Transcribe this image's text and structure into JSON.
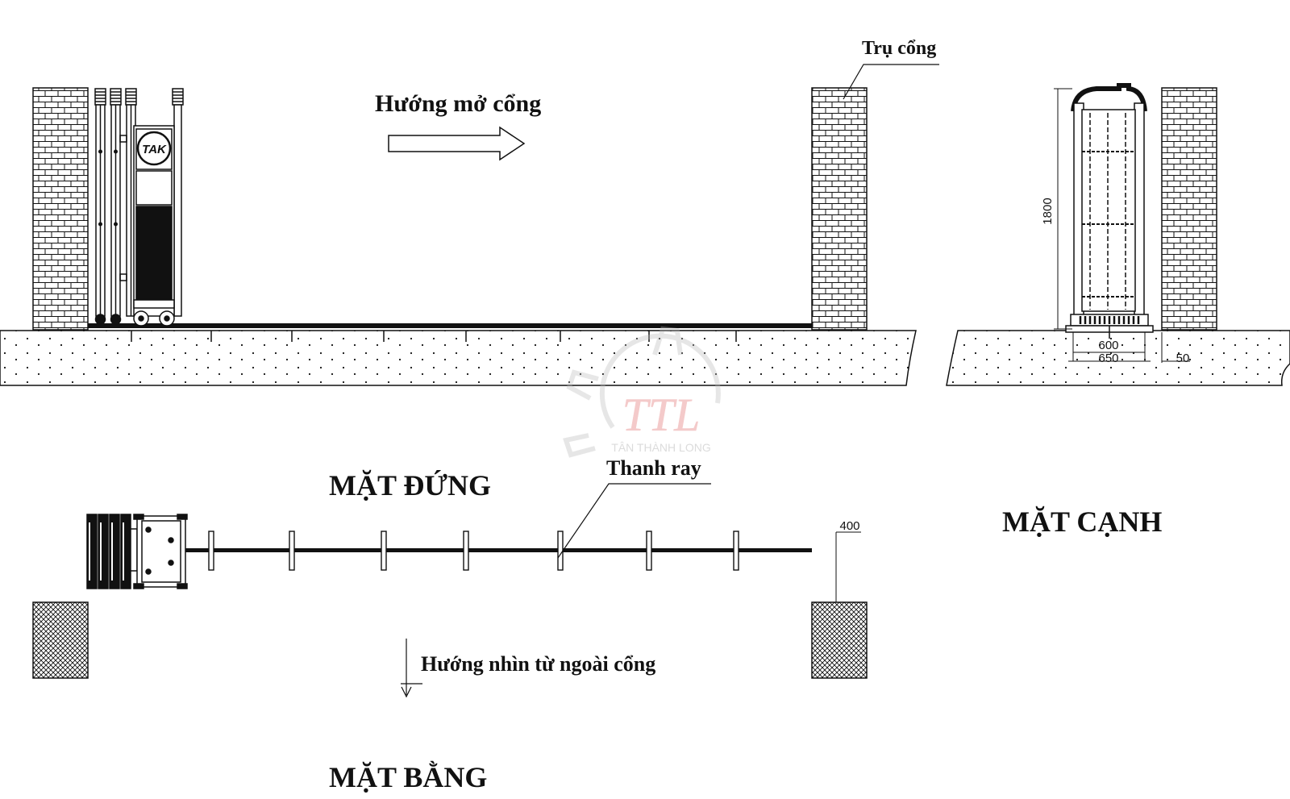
{
  "labels": {
    "pillar": "Trụ cổng",
    "open_direction": "Hướng mở cổng",
    "rail": "Thanh ray",
    "view_direction": "Hướng nhìn từ ngoài cổng",
    "elevation_title": "MẶT ĐỨNG",
    "side_title": "MẶT CẠNH",
    "plan_title": "MẶT BẰNG",
    "brand_badge": "TAK"
  },
  "dimensions": {
    "height": "1800",
    "inner_width": "600",
    "outer_width": "650",
    "offset": "50",
    "rail_gap": "400"
  },
  "watermark": {
    "monogram": "TTL",
    "company": "TÂN THÀNH LONG"
  },
  "colors": {
    "ink": "#111111",
    "watermark": "#e06a6a"
  }
}
